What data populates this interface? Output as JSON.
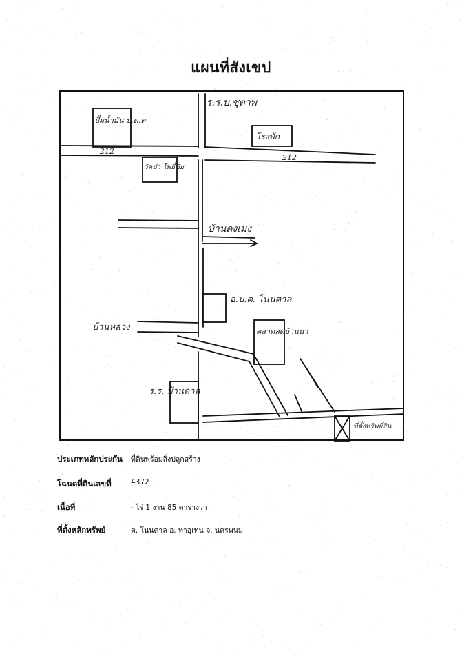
{
  "document": {
    "title": "แผนที่สังเขป"
  },
  "map": {
    "labels": {
      "top_road_label": "ร.ร.บ.ชุตาพ",
      "bldg_topleft": "ปั๊มน้ำมัน ป.ต.ต",
      "road_top_left": "212",
      "road_top_right": "212",
      "bldg_right_top": "โรงพัก",
      "bldg_center": "วัดป่า โพธิ์ชัย",
      "branch_road_right": "บ้านดงเมง",
      "office": "อ.บ.ต. โนนตาล",
      "village_left": "บ้านหลวง",
      "bldg_market": "ตลาดสดบ้านนา",
      "school_bottom": "ร.ร. บ้านดาล",
      "asset_marker": "ที่ตั้งทรัพย์สิน"
    }
  },
  "fields": [
    {
      "label": "ประเภทหลักประกัน",
      "value": "ที่ดินพร้อมสิ่งปลูกสร้าง"
    },
    {
      "label": "โฉนดที่ดินเลขที่",
      "value": "4372"
    },
    {
      "label": "เนื้อที่",
      "value": "- ไร่ 1 งาน 85 ตารางวา"
    },
    {
      "label": "ที่ตั้งหลักทรัพย์",
      "value": "ต. โนนตาล อ. ท่าอุเทน จ. นครพนม"
    }
  ]
}
